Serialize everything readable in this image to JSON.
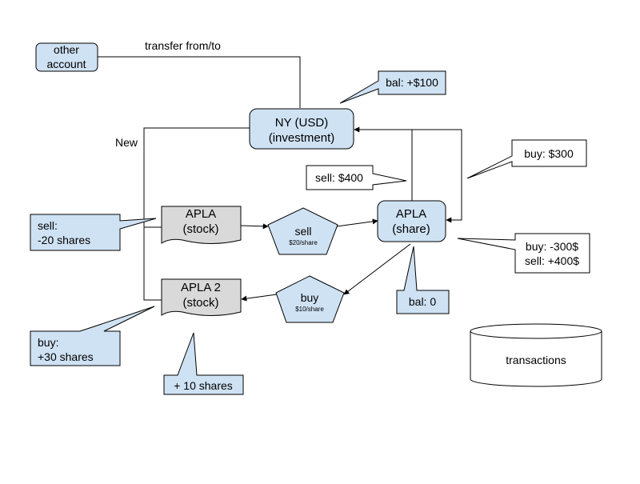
{
  "colors": {
    "node_fill": "#cfe2f3",
    "doc_fill": "#d9d9d9",
    "stroke": "#000000",
    "background": "#ffffff"
  },
  "labels": {
    "transfer": "transfer from/to",
    "new": "New"
  },
  "nodes": {
    "other_account": [
      "other",
      "account"
    ],
    "ny_account": [
      "NY (USD)",
      "(investment)"
    ],
    "apla_stock": [
      "APLA",
      "(stock)"
    ],
    "apla2_stock": [
      "APLA 2",
      "(stock)"
    ],
    "apla_share": [
      "APLA",
      "(share)"
    ],
    "sell": {
      "title": "sell",
      "sub": "$20/share"
    },
    "buy": {
      "title": "buy",
      "sub": "$10/share"
    },
    "transactions": "transactions"
  },
  "callouts": {
    "bal_ny": [
      "bal: +$100"
    ],
    "bal_share": [
      "bal: 0"
    ],
    "sell_400": [
      "sell: $400"
    ],
    "buy_300": [
      "buy: $300"
    ],
    "share_totals": [
      "buy: -300$",
      "sell: +400$"
    ],
    "sell_shares": [
      "sell:",
      "-20 shares"
    ],
    "buy_shares": [
      "buy:",
      "+30 shares"
    ],
    "plus_10": [
      "+ 10 shares"
    ]
  }
}
